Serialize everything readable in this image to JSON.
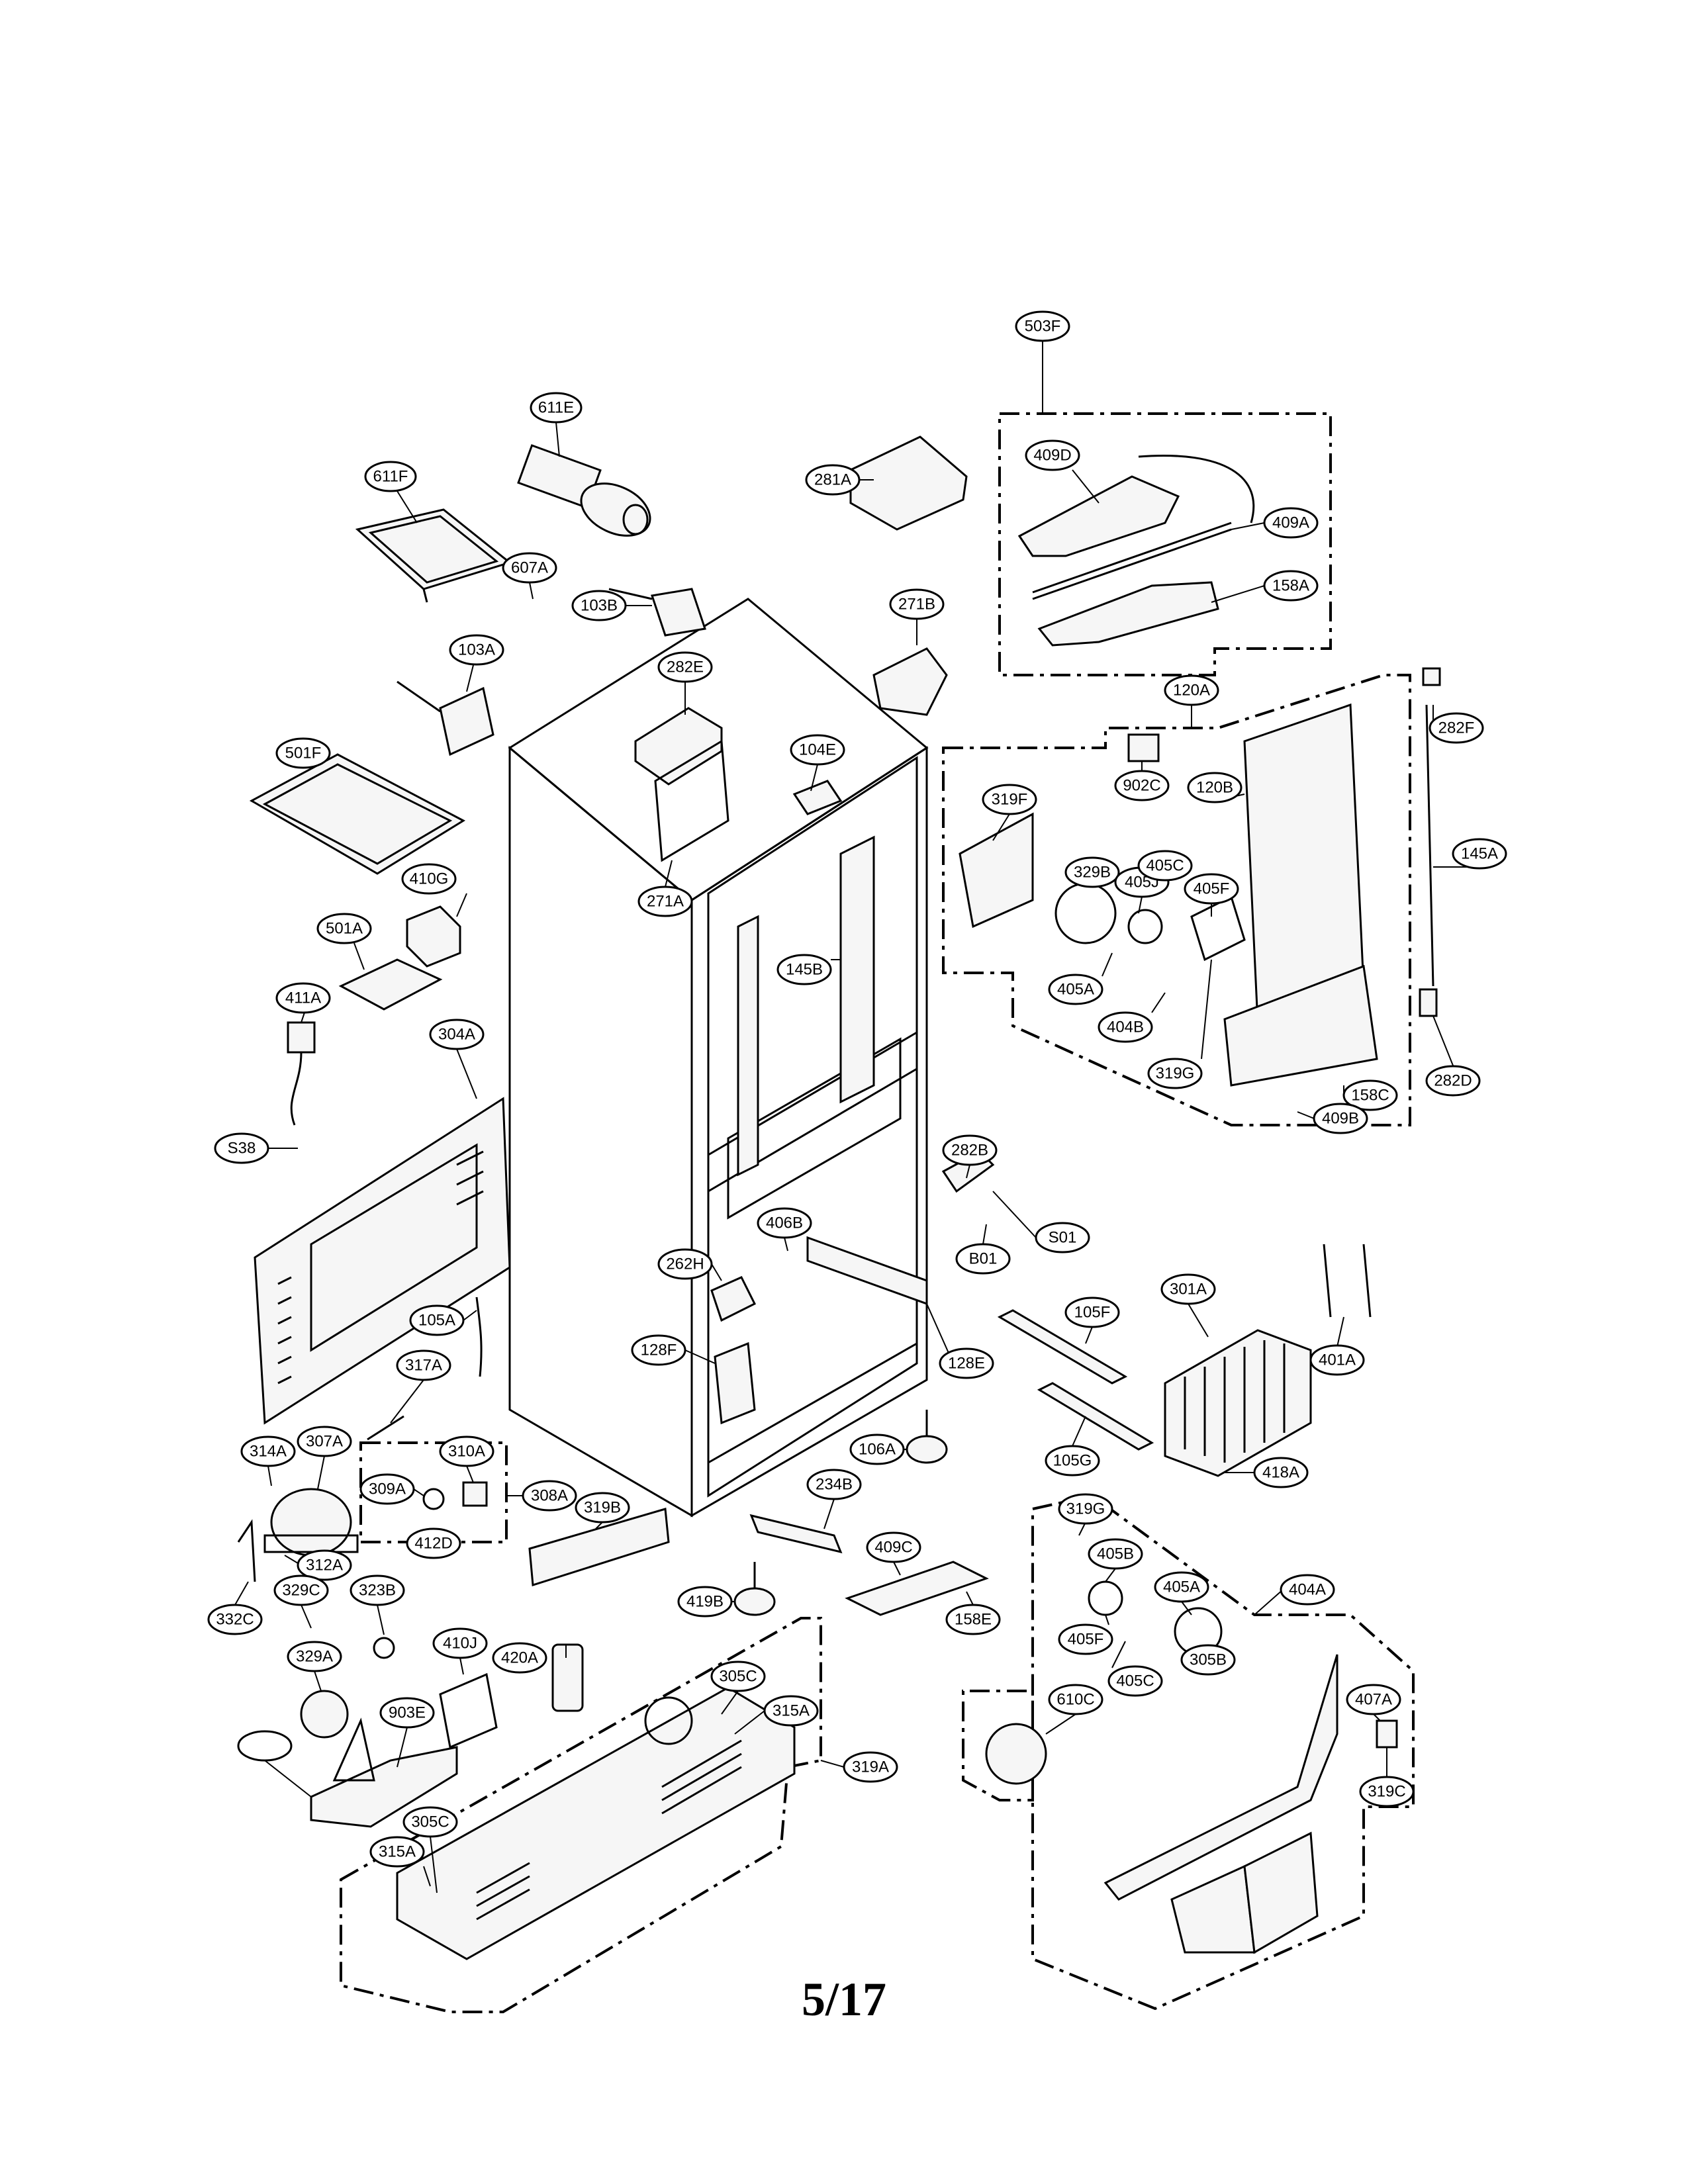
{
  "page_number": "5/17",
  "callouts": [
    "611E",
    "611F",
    "607A",
    "103B",
    "103A",
    "281A",
    "503F",
    "409D",
    "409A",
    "158A",
    "271B",
    "282E",
    "501F",
    "104E",
    "120A",
    "282F",
    "902C",
    "120B",
    "319F",
    "329B",
    "405J",
    "405C",
    "405F",
    "145A",
    "410G",
    "271A",
    "501A",
    "411A",
    "145B",
    "405A",
    "404B",
    "319G",
    "282D",
    "158C",
    "409B",
    "304A",
    "S38",
    "282B",
    "S01",
    "B01",
    "406B",
    "262H",
    "105A",
    "128F",
    "128E",
    "105F",
    "301A",
    "401A",
    "317A",
    "106A",
    "105G",
    "418A",
    "314A",
    "307A",
    "310A",
    "309A",
    "308A",
    "234B",
    "319B",
    "409C",
    "412D",
    "312A",
    "158E",
    "419B",
    "332C",
    "404A",
    "405B",
    "329C",
    "323B",
    "410J",
    "420A",
    "329A",
    "305B",
    "305C",
    "315A",
    "319A",
    "903E",
    "407A",
    "610C",
    "319C"
  ]
}
